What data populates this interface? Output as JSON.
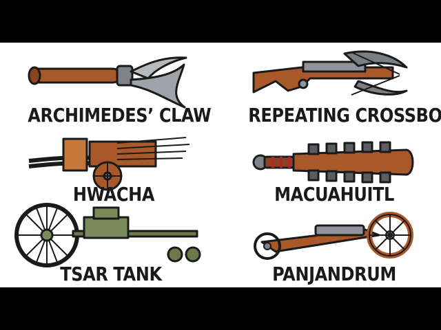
{
  "weapons": [
    {
      "name": "ARCHIMEDES’ CLAW",
      "icon": "archimedes-claw-icon"
    },
    {
      "name": "REPEATING CROSSBOW",
      "icon": "repeating-crossbow-icon"
    },
    {
      "name": "HWACHA",
      "icon": "hwacha-icon"
    },
    {
      "name": "MACUAHUITL",
      "icon": "macuahuitl-icon"
    },
    {
      "name": "TSAR TANK",
      "icon": "tsar-tank-icon"
    },
    {
      "name": "PANJANDRUM",
      "icon": "panjandrum-icon"
    }
  ],
  "colors": {
    "background": "#ffffff",
    "letterbox": "#000000",
    "wood": "#a9582a",
    "metal": "#9ea3a7",
    "tank_green": "#7b8a5a",
    "outline": "#1a1a1a"
  }
}
